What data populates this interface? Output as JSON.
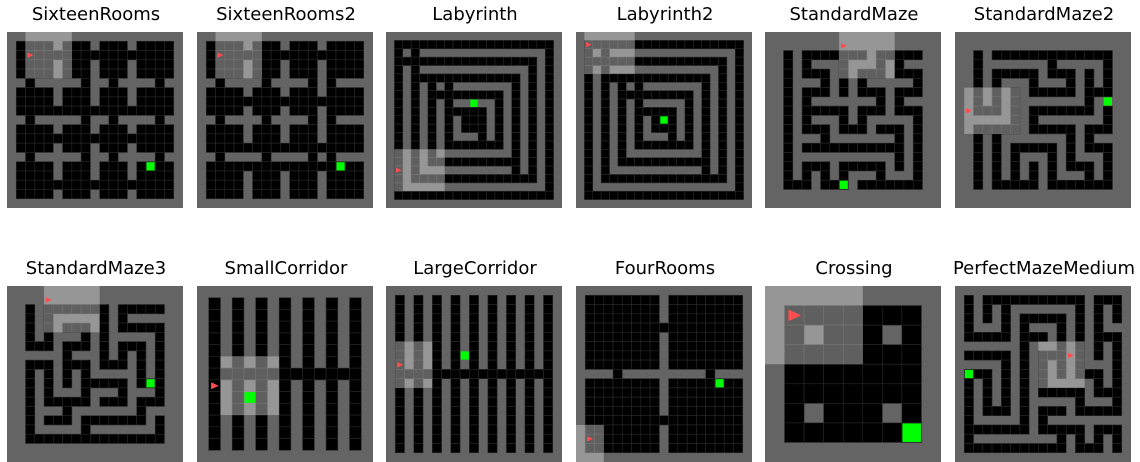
{
  "colors": {
    "wall": "#646464",
    "floor": "#000000",
    "gridline": "#2a2a2a",
    "view": "rgba(210,210,210,0.45)",
    "goal": "#00ff00",
    "agent": "#ff4d4d"
  },
  "environments": [
    {
      "title": "SixteenRooms",
      "agent_icon": "red-triangle-agent",
      "goal_icon": "green-square-goal"
    },
    {
      "title": "SixteenRooms2",
      "agent_icon": "red-triangle-agent",
      "goal_icon": "green-square-goal"
    },
    {
      "title": "Labyrinth",
      "agent_icon": "red-triangle-agent",
      "goal_icon": "green-square-goal"
    },
    {
      "title": "Labyrinth2",
      "agent_icon": "red-triangle-agent",
      "goal_icon": "green-square-goal"
    },
    {
      "title": "StandardMaze",
      "agent_icon": "red-triangle-agent",
      "goal_icon": "green-square-goal"
    },
    {
      "title": "StandardMaze2",
      "agent_icon": "red-triangle-agent",
      "goal_icon": "green-square-goal"
    },
    {
      "title": "StandardMaze3",
      "agent_icon": "red-triangle-agent",
      "goal_icon": "green-square-goal"
    },
    {
      "title": "SmallCorridor",
      "agent_icon": "red-triangle-agent",
      "goal_icon": "green-square-goal"
    },
    {
      "title": "LargeCorridor",
      "agent_icon": "red-triangle-agent",
      "goal_icon": "green-square-goal"
    },
    {
      "title": "FourRooms",
      "agent_icon": "red-triangle-agent",
      "goal_icon": "green-square-goal"
    },
    {
      "title": "Crossing",
      "agent_icon": "red-triangle-agent",
      "goal_icon": "green-square-goal"
    },
    {
      "title": "PerfectMazeMedium",
      "agent_icon": "red-triangle-agent",
      "goal_icon": "green-square-goal"
    }
  ]
}
